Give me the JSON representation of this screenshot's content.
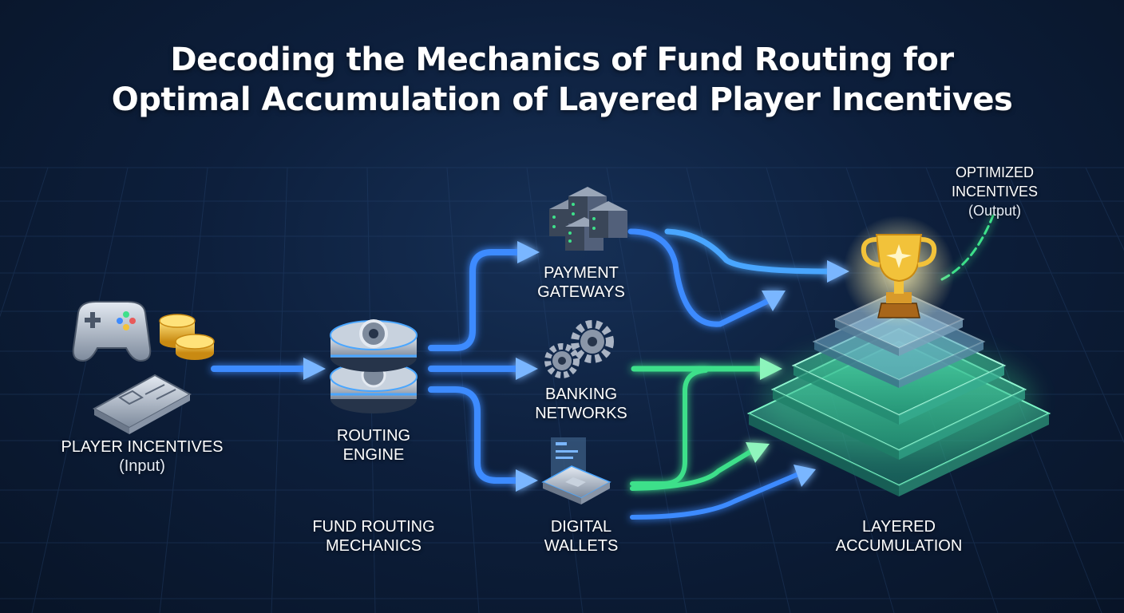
{
  "title": {
    "line1": "Decoding the Mechanics of Fund Routing for",
    "line2": "Optimal Accumulation of Layered Player Incentives"
  },
  "nodes": {
    "input": {
      "line1": "PLAYER INCENTIVES",
      "line2": "(Input)",
      "icons": [
        "game-controller-icon",
        "gold-coins-icon",
        "card-icon"
      ]
    },
    "engine": {
      "line1": "ROUTING",
      "line2": "ENGINE",
      "icon": "gear-stack-icon"
    },
    "mechanics": {
      "line1": "FUND ROUTING",
      "line2": "MECHANICS"
    },
    "gateways": {
      "line1": "PAYMENT",
      "line2": "GATEWAYS",
      "icon": "server-rack-icon"
    },
    "banking": {
      "line1": "BANKING",
      "line2": "NETWORKS",
      "icon": "gears-icon"
    },
    "wallets": {
      "line1": "DIGITAL",
      "line2": "WALLETS",
      "icon": "wallet-chip-icon"
    },
    "accumulation": {
      "line1": "LAYERED",
      "line2": "ACCUMULATION",
      "icon": "layered-pyramid-icon"
    },
    "output": {
      "line1": "OPTIMIZED",
      "line2": "INCENTIVES",
      "line3": "(Output)",
      "icon": "trophy-icon"
    }
  },
  "colors": {
    "background": "#0d1f3c",
    "blue_flow": "#3d8bff",
    "green_flow": "#3ee08a",
    "gold": "#f2c23a",
    "layer_green": "#3fd69a"
  }
}
